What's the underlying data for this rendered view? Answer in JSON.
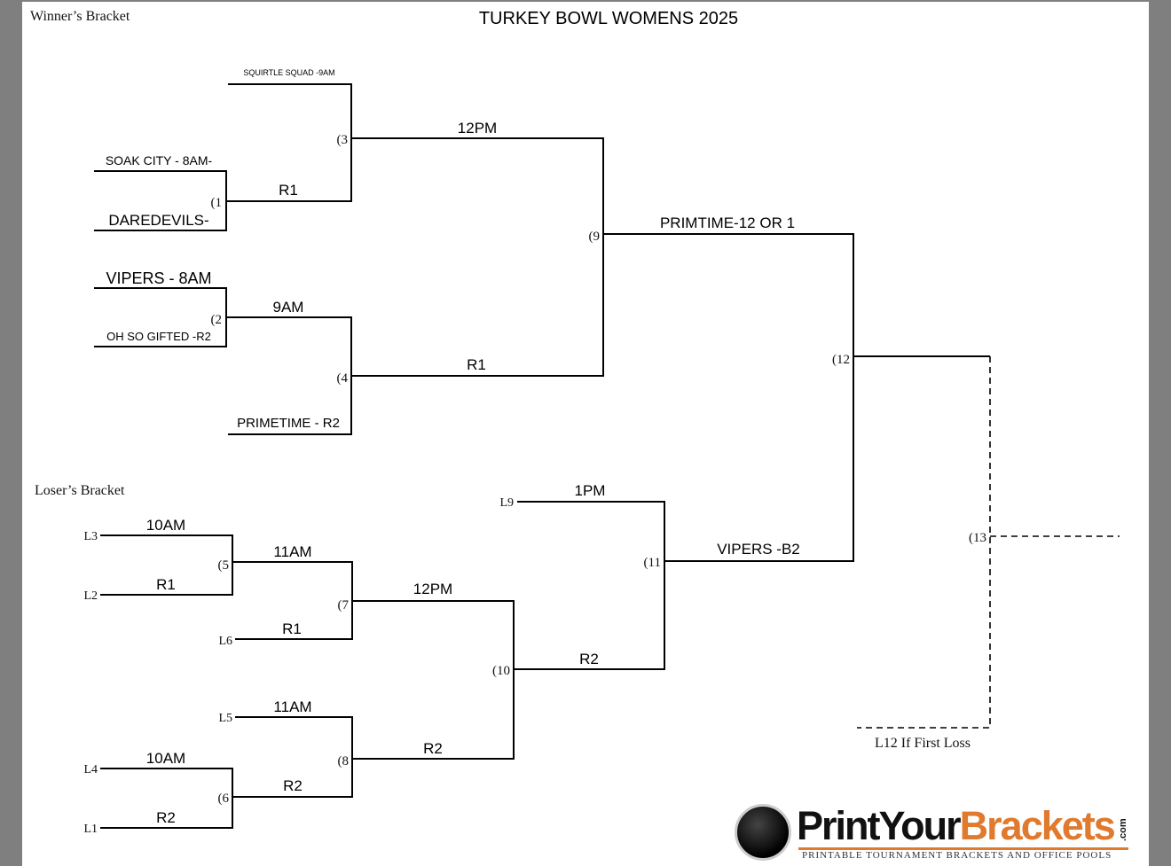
{
  "title": "TURKEY BOWL WOMENS 2025",
  "winners": {
    "heading": "Winner’s Bracket",
    "teams": {
      "squirtle": "SQUIRTLE SQUAD -9AM",
      "soak_city": "SOAK CITY - 8AM-",
      "daredevils": "DAREDEVILS-",
      "vipers": "VIPERS - 8AM",
      "oh_so_gifted": "OH SO GIFTED -R2",
      "primetime": "PRIMETIME - R2"
    },
    "games": {
      "g1": "(1",
      "g2": "(2",
      "g3": "(3",
      "g4": "(4",
      "g9": "(9",
      "g12": "(12",
      "g13": "(13"
    },
    "results": {
      "g1": "R1",
      "g2": "9AM",
      "g3": "12PM",
      "g4": "R1",
      "g9": "PRIMTIME-12 OR 1"
    },
    "l12_note": "L12 If First Loss"
  },
  "losers": {
    "heading": "Loser’s Bracket",
    "seeds": {
      "l1": "L1",
      "l2": "L2",
      "l3": "L3",
      "l4": "L4",
      "l5": "L5",
      "l6": "L6",
      "l9": "L9"
    },
    "games": {
      "g5": "(5",
      "g6": "(6",
      "g7": "(7",
      "g8": "(8",
      "g10": "(10",
      "g11": "(11"
    },
    "labels": {
      "l3_top": "10AM",
      "l2_top": "R1",
      "g5_out": "11AM",
      "l6_top": "R1",
      "g7_out": "12PM",
      "l5_top": "11AM",
      "l4_top": "10AM",
      "l1_top": "R2",
      "g6_out": "R2",
      "g8_out": "R2",
      "g10_out": "R2",
      "l9_top": "1PM",
      "g11_out": "VIPERS -B2"
    }
  },
  "logo": {
    "name_a": "PrintYour",
    "name_b": "Brackets",
    "com": ".com",
    "tagline": "PRINTABLE TOURNAMENT BRACKETS AND OFFICE POOLS"
  }
}
